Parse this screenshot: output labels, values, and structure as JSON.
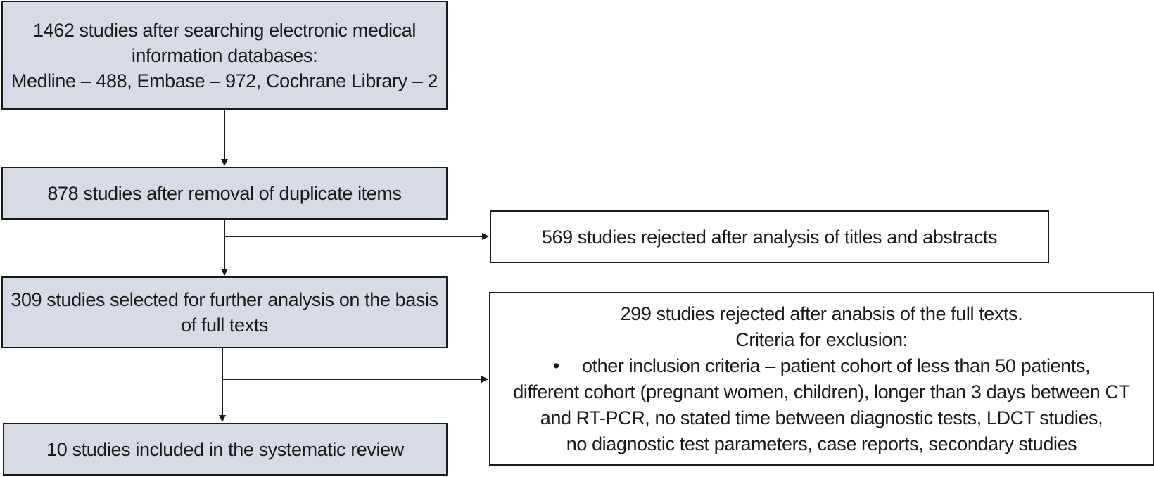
{
  "flow": {
    "search_box": {
      "lines": [
        "1462 studies after searching electronic medical",
        "information databases:",
        "Medline – 488, Embase – 972, Cochrane Library – 2"
      ]
    },
    "dedup_box": {
      "text": "878 studies after removal of duplicate items"
    },
    "selected_box": {
      "lines": [
        "309 studies selected for further analysis on the basis",
        "of full texts"
      ]
    },
    "included_box": {
      "text": "10 studies included in the systematic review"
    },
    "rejected_titles_box": {
      "text": "569 studies rejected after analysis of titles and abstracts"
    },
    "rejected_fulltext_box": {
      "heading": "299 studies rejected after anabsis of the full texts.",
      "criteria_label": "Criteria for exclusion:",
      "bullet": "•",
      "criteria_lines": [
        "other inclusion criteria – patient cohort of less than 50 patients,",
        "different cohort (pregnant women, children), longer than 3 days between CT",
        "and RT-PCR, no stated time between diagnostic tests, LDCT studies,",
        "no diagnostic test parameters, case reports, secondary studies"
      ]
    }
  },
  "colors": {
    "main_box_fill": "#d6dbe7",
    "side_box_fill": "#ffffff",
    "stroke": "#1a1a1a"
  }
}
